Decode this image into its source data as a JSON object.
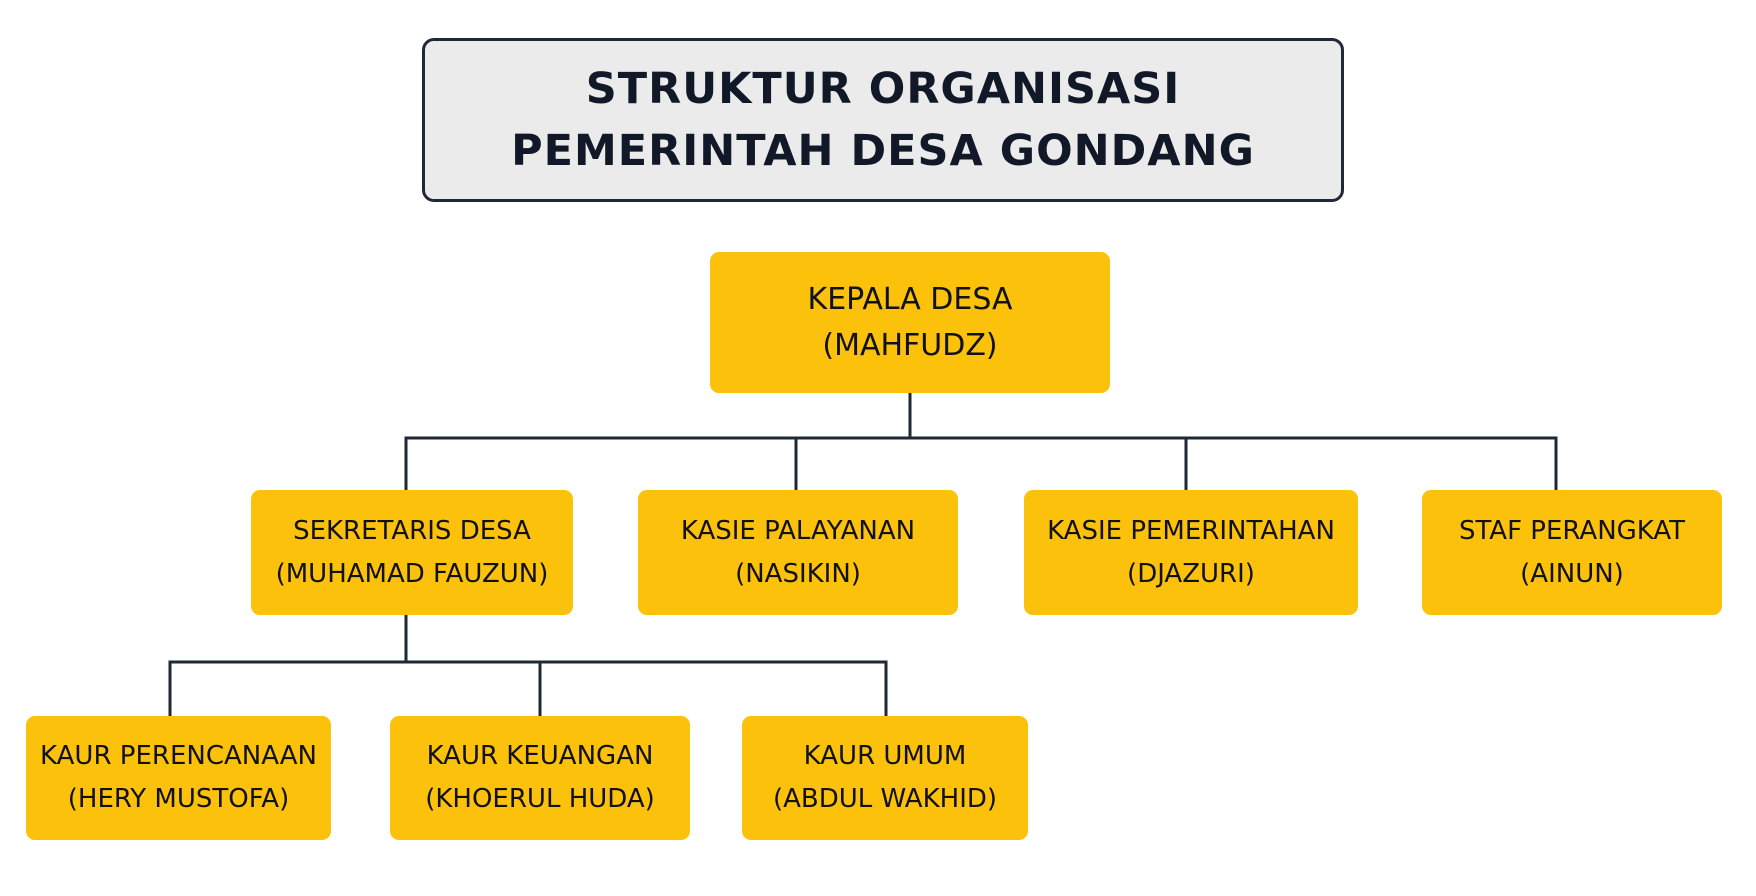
{
  "title": {
    "line1": "STRUKTUR ORGANISASI",
    "line2": "PEMERINTAH DESA GONDANG"
  },
  "colors": {
    "node_fill": "#fbc10b",
    "title_fill": "#ebebeb",
    "line": "#1f2937"
  },
  "nodes": {
    "kepala_desa": {
      "role": "KEPALA DESA",
      "person": "(MAHFUDZ)"
    },
    "sekretaris_desa": {
      "role": "SEKRETARIS DESA",
      "person": "(MUHAMAD FAUZUN)"
    },
    "kasie_palayanan": {
      "role": "KASIE PALAYANAN",
      "person": "(NASIKIN)"
    },
    "kasie_pemerintahan": {
      "role": "KASIE PEMERINTAHAN",
      "person": "(DJAZURI)"
    },
    "staf_perangkat": {
      "role": "STAF PERANGKAT",
      "person": "(AINUN)"
    },
    "kaur_perencanaan": {
      "role": "KAUR PERENCANAAN",
      "person": "(HERY MUSTOFA)"
    },
    "kaur_keuangan": {
      "role": "KAUR KEUANGAN",
      "person": "(KHOERUL HUDA)"
    },
    "kaur_umum": {
      "role": "KAUR UMUM",
      "person": "(ABDUL WAKHID)"
    }
  }
}
